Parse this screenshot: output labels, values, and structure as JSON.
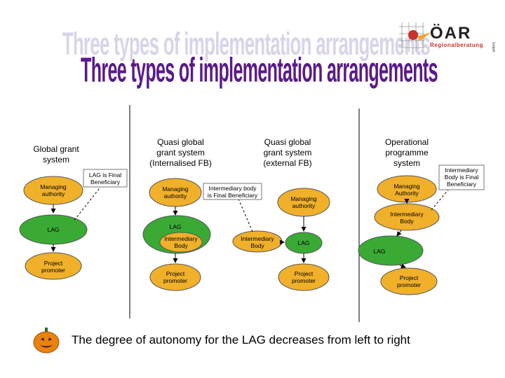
{
  "title": "Three types of implementation arrangements",
  "logo": {
    "brand": "ÖAR",
    "tagline": "Regionalberatung",
    "suffix": "GmbH"
  },
  "columns": {
    "global": {
      "heading_line1": "Global grant",
      "heading_line2": "system",
      "managing_authority": [
        "Managing",
        "authority"
      ],
      "lag_note": [
        "LAG is Final",
        "Beneficiary"
      ],
      "lag": "LAG",
      "promoter": [
        "Project",
        "promoter"
      ]
    },
    "internalised": {
      "heading_line1": "Quasi global",
      "heading_line2": "grant system",
      "heading_line3": "(Internalised FB)",
      "managing_authority": [
        "Managing",
        "authority"
      ],
      "lag": "LAG",
      "intermediary": [
        "Intermediary",
        "Body"
      ],
      "promoter": [
        "Project",
        "promoter"
      ]
    },
    "external": {
      "heading_line1": "Quasi global",
      "heading_line2": "grant system",
      "heading_line3": "(external FB)",
      "ib_note": [
        "Intermediary body",
        "is Final Beneficiary"
      ],
      "managing_authority": [
        "Managing",
        "authority"
      ],
      "intermediary": [
        "Intermediary",
        "Body"
      ],
      "lag": "LAG",
      "promoter": [
        "Project",
        "promoter"
      ]
    },
    "operational": {
      "heading_line1": "Operational",
      "heading_line2": "programme",
      "heading_line3": "system",
      "managing_authority": [
        "Managing",
        "Authority"
      ],
      "ib_note": [
        "Intermediary",
        "Body is Final",
        "Beneficiary"
      ],
      "intermediary": [
        "Intermediary",
        "Body"
      ],
      "lag": "LAG",
      "promoter": [
        "Project",
        "promoter"
      ]
    }
  },
  "footer": "The degree of autonomy for the LAG decreases from left to right",
  "colors": {
    "node_fill": "#f0b02a",
    "lag_fill": "#3aaa35",
    "title": "#5a1a8a",
    "pumpkin": "#e8820e"
  }
}
